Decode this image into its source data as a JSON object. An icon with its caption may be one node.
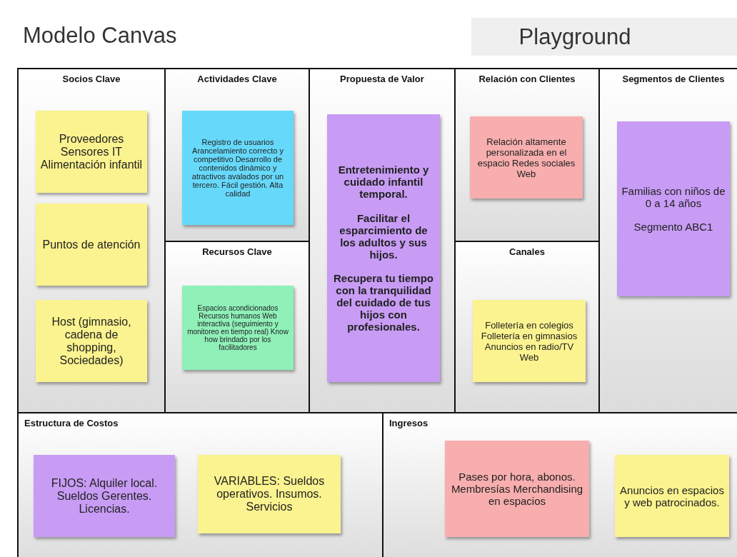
{
  "diagram": {
    "title": "Modelo Canvas",
    "nodes": [
      {
        "text": [
          "Socios Clave"
        ]
      },
      {
        "text": [
          "Proveedores Sensores IT Alimentación infantil"
        ],
        "in": 0
      },
      {
        "text": [
          "Puntos de atención"
        ],
        "in": 0
      },
      {
        "text": [
          "Host (gimnasio, cadena de shopping, Sociedades)"
        ],
        "in": 0
      },
      {
        "text": [
          "Actividades Clave"
        ]
      },
      {
        "text": [
          "Registro de usuarios Arancelamiento correcto y competitivo Desarrollo de contenidos dinámico y atractivos avalados por un tercero. Fácil gestión. Alta calidad"
        ],
        "in": 4
      },
      {
        "text": [
          "Recursos Clave"
        ]
      },
      {
        "text": [
          "Espacios acondicionados Recursos humanos Web interactiva (seguimiento y monitoreo en tiempo real) Know how brindado por los facilitadores"
        ],
        "in": 6
      },
      {
        "text": [
          "Propuesta de Valor"
        ]
      },
      {
        "text": [
          "Entretenimiento y cuidado infantil temporal.",
          "Facilitar el esparcimiento de los adultos y sus hijos.",
          "Recupera tu tiempo con la tranquilidad del cuidado de tus hijos con profesionales."
        ],
        "in": 8
      },
      {
        "text": [
          "Relación con Clientes"
        ]
      },
      {
        "text": [
          "Relación altamente personalizada en el espacio Redes sociales Web"
        ],
        "in": 10
      },
      {
        "text": [
          "Canales"
        ]
      },
      {
        "text": [
          "Folletería en colegios Folletería en gimnasios Anuncios en radio/TV Web"
        ],
        "in": 12
      },
      {
        "text": [
          "Segmentos de Clientes"
        ]
      },
      {
        "text": [
          "Familias con niños de 0 a 14 años",
          "Segmento ABC1"
        ],
        "in": 14
      },
      {
        "text": [
          "Estructura de Costos"
        ]
      },
      {
        "text": [
          "FIJOS: Alquiler local. Sueldos Gerentes. Licencias."
        ],
        "in": 16
      },
      {
        "text": [
          "VARIABLES: Sueldos operativos. Insumos. Servicios"
        ],
        "in": 16
      },
      {
        "text": [
          "Ingresos"
        ]
      },
      {
        "text": [
          "Pases por hora, abonos. Membresías Merchandising en espacios"
        ],
        "in": 19
      },
      {
        "text": [
          "Anuncios en espacios y web patrocinados."
        ],
        "in": 19
      }
    ],
    "edges": [],
    "labels": [
      "Playground"
    ]
  }
}
